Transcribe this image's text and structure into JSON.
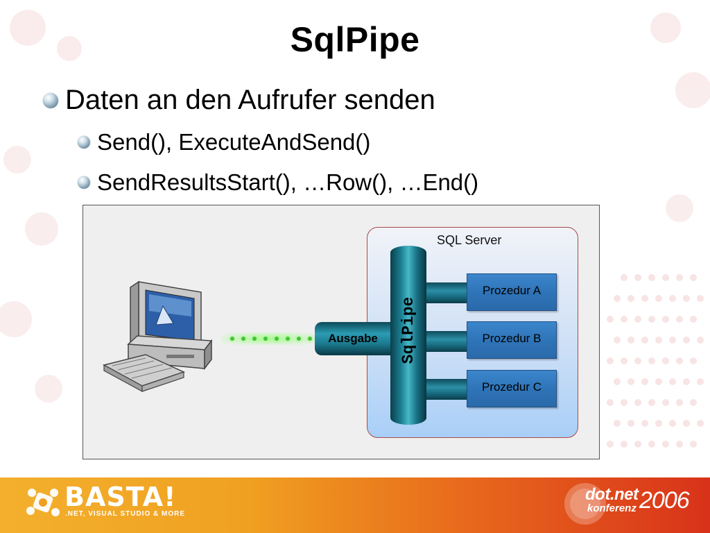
{
  "slide": {
    "title": "SqlPipe",
    "bullets": [
      "Daten an den Aufrufer senden",
      "Send(), ExecuteAndSend()",
      "SendResultsStart(), …Row(), …End()"
    ]
  },
  "diagram": {
    "server_label": "SQL Server",
    "pipe_label": "SqlPipe",
    "output_label": "Ausgabe",
    "procedures": [
      "Prozedur A",
      "Prozedur B",
      "Prozedur C"
    ]
  },
  "footer": {
    "brand": "BASTA!",
    "brand_sub": ".NET, VISUAL STUDIO & MORE",
    "conference": "dot.net",
    "conference_sub": "konferenz",
    "year": "2006"
  },
  "colors": {
    "footer_left": "#f3b02d",
    "footer_right": "#d8321a",
    "pipe": "#1c7f93",
    "procedure_box": "#2f74b8",
    "server_border": "#a64a4a"
  }
}
